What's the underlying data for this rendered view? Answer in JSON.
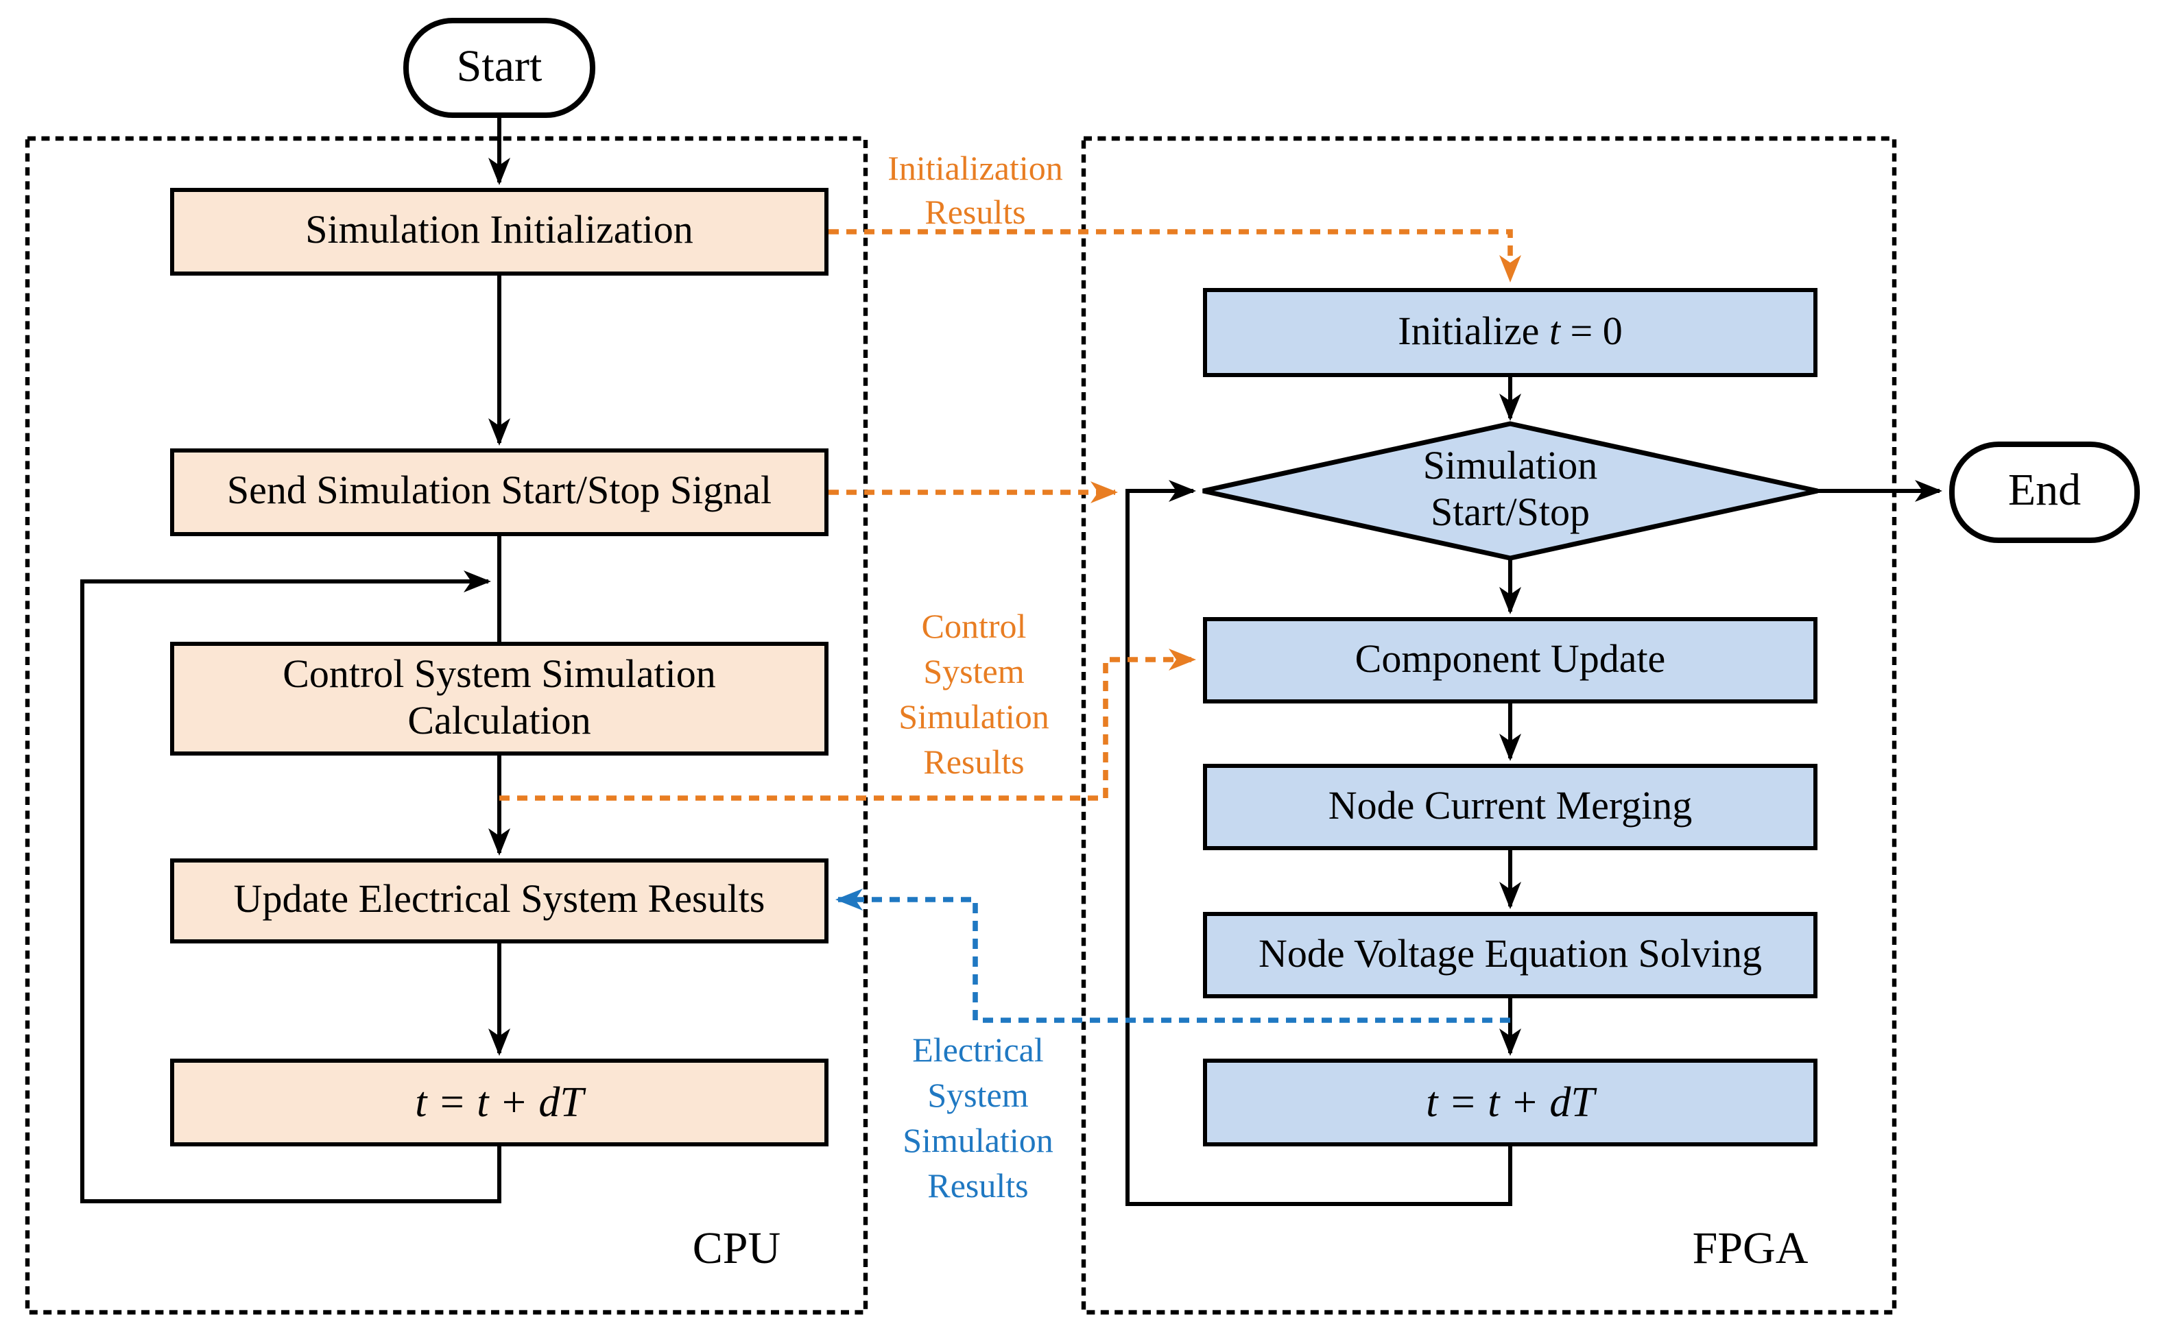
{
  "diagram": {
    "terminators": {
      "start": "Start",
      "end": "End"
    },
    "cpu": {
      "label": "CPU",
      "box_sim_init": "Simulation Initialization",
      "box_send_signal": "Send Simulation Start/Stop Signal",
      "box_control_calc": "Control System Simulation Calculation",
      "box_update_results": "Update Electrical System Results",
      "box_time_step": "t = t + dT"
    },
    "fpga": {
      "label": "FPGA",
      "box_initialize": {
        "prefix": "Initialize ",
        "var": "t",
        "suffix": " = 0"
      },
      "decision_line1": "Simulation",
      "decision_line2": "Start/Stop",
      "box_component_update": "Component Update",
      "box_node_current": "Node Current Merging",
      "box_node_voltage": "Node Voltage Equation Solving",
      "box_time_step": "t = t + dT"
    },
    "flow_labels": {
      "initialization_results": [
        "Initialization",
        "Results"
      ],
      "control_results": [
        "Control",
        "System",
        "Simulation",
        "Results"
      ],
      "electrical_results": [
        "Electrical",
        "System",
        "Simulation",
        "Results"
      ]
    }
  },
  "colors": {
    "cpu_box_fill": "#fbe6d4",
    "fpga_box_fill": "#c6d9f0",
    "outline": "#000000",
    "orange_flow": "#e87d22",
    "blue_flow": "#1f78c2"
  }
}
